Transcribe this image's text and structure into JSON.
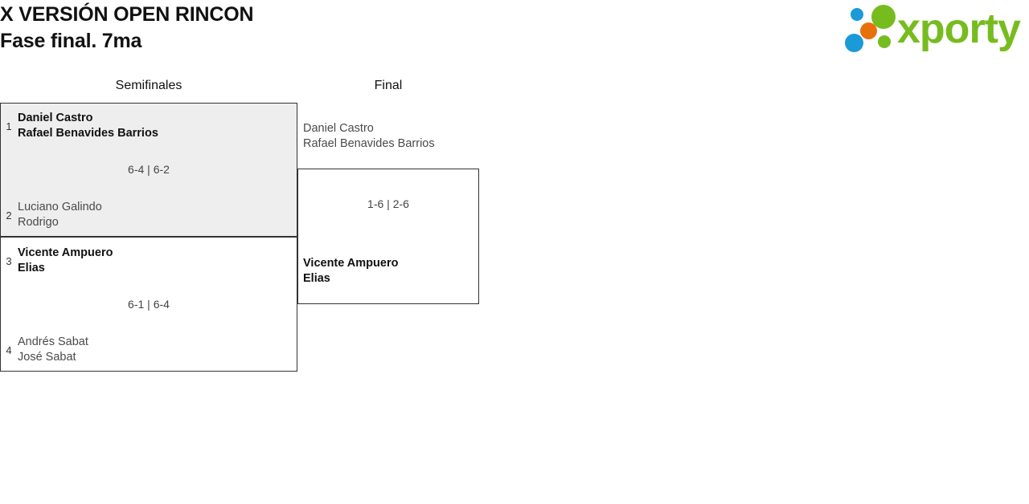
{
  "header": {
    "title_line1": "X VERSIÓN OPEN RINCON",
    "title_line2": "Fase final. 7ma",
    "logo": {
      "wordmark": "xporty",
      "dot_colors": {
        "blue": "#1a9ad7",
        "green": "#77bc1f",
        "orange": "#e8700a"
      },
      "wordmark_color": "#77bc1f"
    }
  },
  "bracket": {
    "rounds": [
      {
        "label": "Semifinales"
      },
      {
        "label": "Final"
      }
    ],
    "matches": {
      "sf1": {
        "score": "6-4 | 6-2",
        "top": {
          "seed": "1",
          "line1": "Daniel Castro",
          "line2": "Rafael Benavides Barrios",
          "result": "winner"
        },
        "bottom": {
          "seed": "2",
          "line1": "Luciano Galindo",
          "line2": "Rodrigo",
          "result": "loser"
        }
      },
      "sf2": {
        "score": "6-1 | 6-4",
        "top": {
          "seed": "3",
          "line1": "Vicente Ampuero",
          "line2": "Elias",
          "result": "winner"
        },
        "bottom": {
          "seed": "4",
          "line1": "Andrés Sabat",
          "line2": "José Sabat",
          "result": "loser"
        }
      },
      "final": {
        "score": "1-6 | 2-6",
        "top": {
          "seed": "",
          "line1": "Daniel Castro",
          "line2": "Rafael Benavides Barrios",
          "result": "loser"
        },
        "bottom": {
          "seed": "",
          "line1": "Vicente Ampuero",
          "line2": "Elias",
          "result": "winner"
        }
      }
    }
  }
}
